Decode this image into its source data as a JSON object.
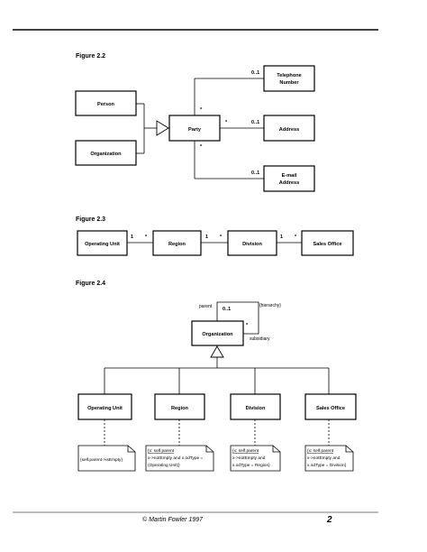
{
  "figures": {
    "fig22": {
      "title": "Figure 2.2",
      "person": "Person",
      "organization": "Organization",
      "party": "Party",
      "telephone": [
        "Telephone",
        "Number"
      ],
      "address": "Address",
      "email": [
        "E-mail",
        "Address"
      ],
      "mult_party_tel": "*",
      "mult_tel": "0..1",
      "mult_party_addr": "*",
      "mult_addr": "0..1",
      "mult_party_email": "*",
      "mult_email": "0..1"
    },
    "fig23": {
      "title": "Figure 2.3",
      "operating_unit": "Operating Unit",
      "region": "Region",
      "division": "Division",
      "sales_office": "Sales Office",
      "m1a": "1",
      "m1b": "*",
      "m2a": "1",
      "m2b": "*",
      "m3a": "1",
      "m3b": "*"
    },
    "fig24": {
      "title": "Figure 2.4",
      "organization": "Organization",
      "parent_role": "parent",
      "parent_mult": "0..1",
      "hierarchy": "{hierarchy}",
      "subsidiary_mult": "*",
      "subsidiary_role": "subsidiary",
      "subclasses": [
        "Operating Unit",
        "Region",
        "Division",
        "Sales Office"
      ],
      "notes": [
        {
          "lines": [
            "{self.parent->isEmpty}"
          ],
          "underline_first": false
        },
        {
          "lines": [
            "{x: self.parent",
            "x->notEmpty and x.odType =",
            "(Operating Unit)}"
          ],
          "underline_first": true
        },
        {
          "lines": [
            "{x: self.parent",
            "x->notEmpty and",
            "x.odType = Region}"
          ],
          "underline_first": true
        },
        {
          "lines": [
            "{x: self.parent",
            "x->notEmpty and",
            "x.odType = Division}"
          ],
          "underline_first": true
        }
      ]
    }
  },
  "footer": {
    "copyright": "© Martin Fowler 1997",
    "page_number": "2"
  }
}
